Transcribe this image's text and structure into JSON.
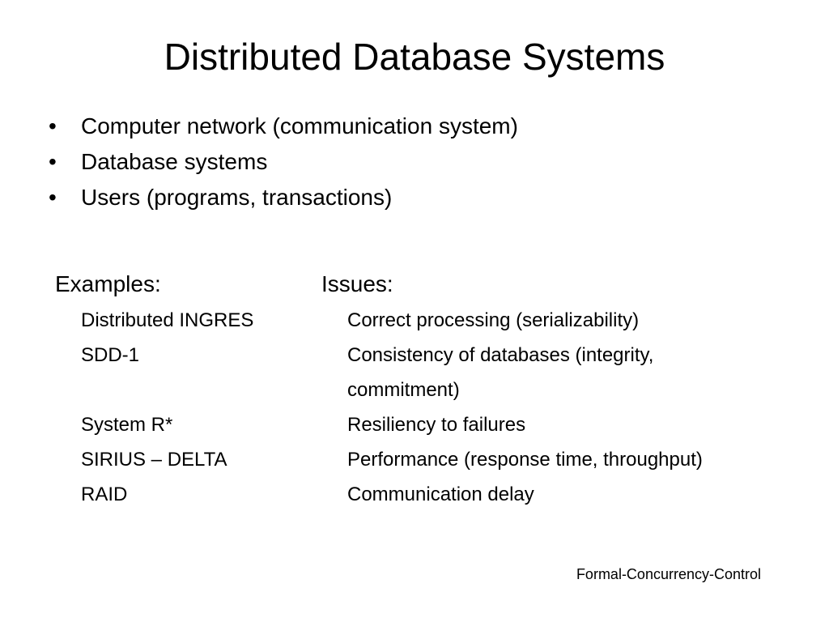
{
  "slide": {
    "title": "Distributed Database Systems",
    "bullets": [
      "Computer network (communication system)",
      "Database systems",
      "Users (programs, transactions)"
    ],
    "bullet_glyph": "•",
    "examples": {
      "heading": "Examples:",
      "items": [
        "Distributed INGRES",
        "SDD-1",
        "System R*",
        "SIRIUS – DELTA",
        "RAID"
      ]
    },
    "issues": {
      "heading": "Issues:",
      "items": [
        "Correct processing (serializability)",
        "Consistency of databases (integrity, commitment)",
        "Resiliency to failures",
        "Performance (response time, throughput)",
        "Communication delay"
      ]
    },
    "footer": "Formal-Concurrency-Control"
  }
}
